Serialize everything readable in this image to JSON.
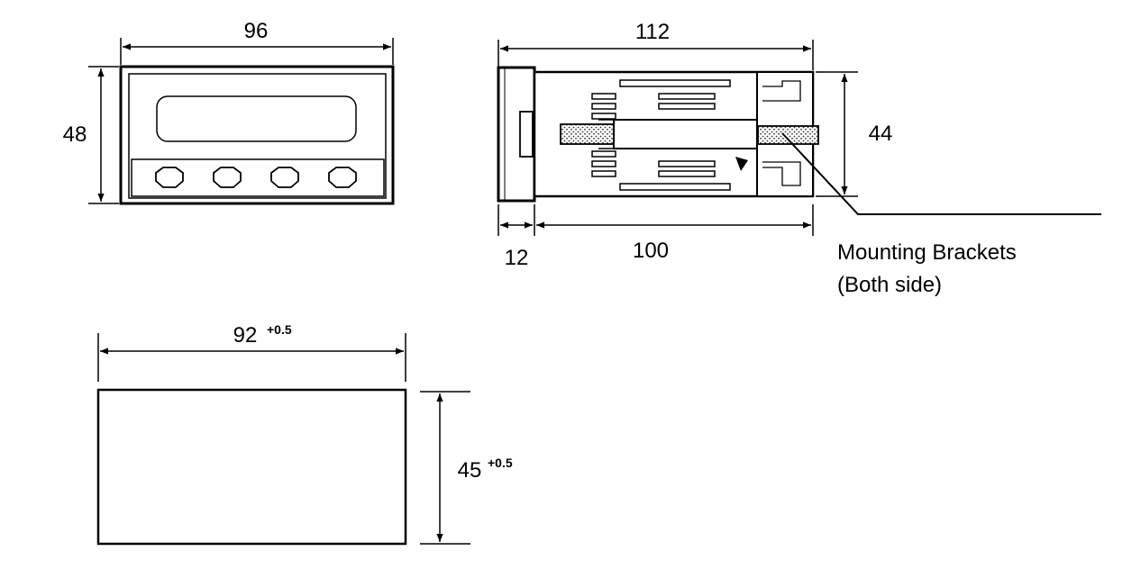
{
  "front_view": {
    "width_label": "96",
    "height_label": "48"
  },
  "side_view": {
    "total_length_label": "112",
    "height_label": "44",
    "bezel_depth_label": "12",
    "body_depth_label": "100",
    "callout": {
      "line1": "Mounting Brackets",
      "line2": "(Both side)"
    }
  },
  "panel_cutout": {
    "width_label": "92",
    "width_tolerance": "+0.5",
    "height_label": "45",
    "height_tolerance": "+0.5"
  }
}
